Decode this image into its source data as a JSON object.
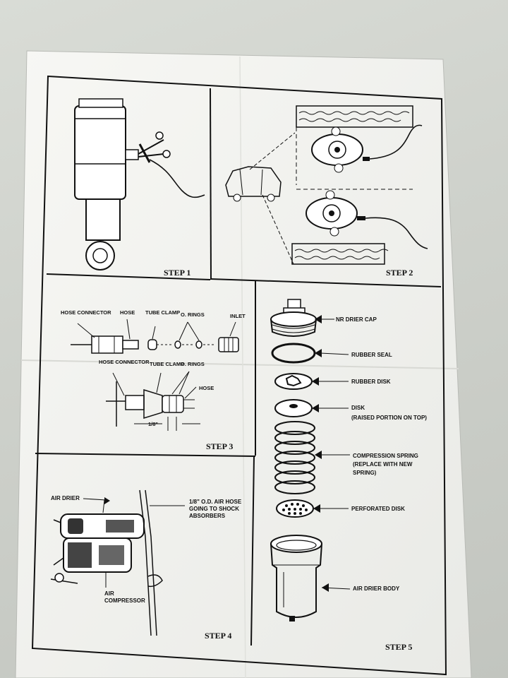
{
  "step1": {
    "caption": "STEP 1"
  },
  "step2": {
    "caption": "STEP 2"
  },
  "step3": {
    "caption": "STEP 3",
    "hose_connector": "HOSE CONNECTOR",
    "hose": "HOSE",
    "tube_clamp": "TUBE CLAMP",
    "o_rings": "O. RINGS",
    "inlet": "INLET",
    "hose_connector_2": "HOSE CONNECTOR",
    "tube_clamp_2": "TUBE CLAMP",
    "o_rings_2": "O. RINGS",
    "hose_2": "HOSE",
    "dimension": "1/8\""
  },
  "step4": {
    "caption": "STEP 4",
    "air_drier": "AIR DRIER",
    "air_hose_line1": "1/8\" O.D. AIR HOSE",
    "air_hose_line2": "GOING TO SHOCK",
    "air_hose_line3": "ABSORBERS",
    "air_compressor_line1": "AIR",
    "air_compressor_line2": "COMPRESSOR"
  },
  "step5": {
    "caption": "STEP 5",
    "drier_cap": "NR DRIER CAP",
    "rubber_seal": "RUBBER SEAL",
    "rubber_disk": "RUBBER DISK",
    "disk_line1": "DISK",
    "disk_line2": "(RAISED PORTION ON TOP)",
    "spring_line1": "COMPRESSION SPRING",
    "spring_line2": "(REPLACE WITH NEW",
    "spring_line3": "SPRING)",
    "perforated_disk": "PERFORATED DISK",
    "air_drier_body": "AIR DRIER BODY"
  },
  "colors": {
    "paper": "#f4f4f1",
    "ink": "#111111",
    "background": "#cfd2cc"
  }
}
